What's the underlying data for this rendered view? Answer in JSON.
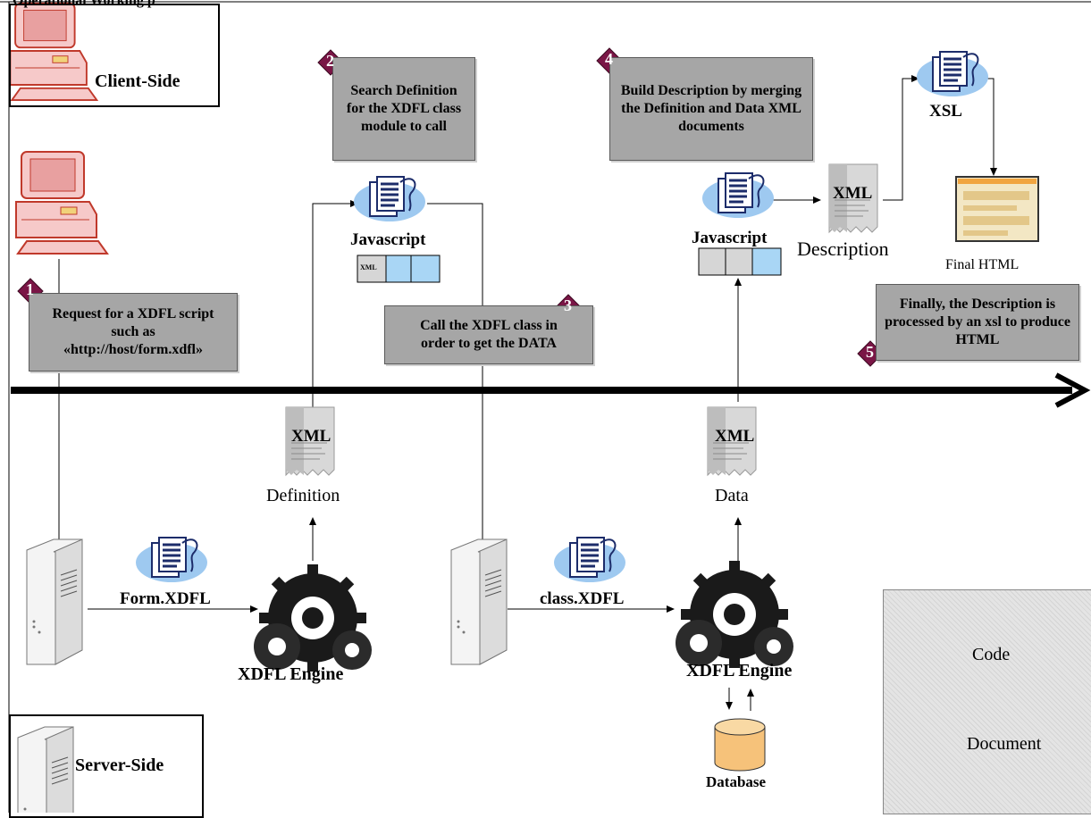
{
  "header_title": "Operational Working p",
  "client_side_label": "Client-Side",
  "server_side_label": "Server-Side",
  "steps": [
    {
      "number": "1",
      "text": "Request for a XDFL script such as «http://host/form.xdfl»"
    },
    {
      "number": "2",
      "text": "Search Definition for the XDFL class module to call"
    },
    {
      "number": "3",
      "text": "Call the XDFL class in order to get the DATA"
    },
    {
      "number": "4",
      "text": "Build Description by merging the Definition and Data XML documents"
    },
    {
      "number": "5",
      "text": "Finally, the Description is processed by an xsl to produce HTML"
    }
  ],
  "labels": {
    "javascript_1": "Javascript",
    "javascript_2": "Javascript",
    "xml_small": "XML",
    "xml_doc": "XML",
    "xsl": "XSL",
    "description": "Description",
    "final_html": "Final HTML",
    "definition": "Definition",
    "data": "Data",
    "form_xdfl": "Form.XDFL",
    "class_xdfl": "class.XDFL",
    "engine_1": "XDFL Engine",
    "engine_2": "XDFL Engine",
    "database": "Database"
  },
  "legend": {
    "code": "Code",
    "document": "Document"
  },
  "colors": {
    "step_box": "#a6a6a6",
    "step_marker": "#7a1646",
    "code_blob": "#9ec9f0",
    "database": "#f6c27a"
  }
}
